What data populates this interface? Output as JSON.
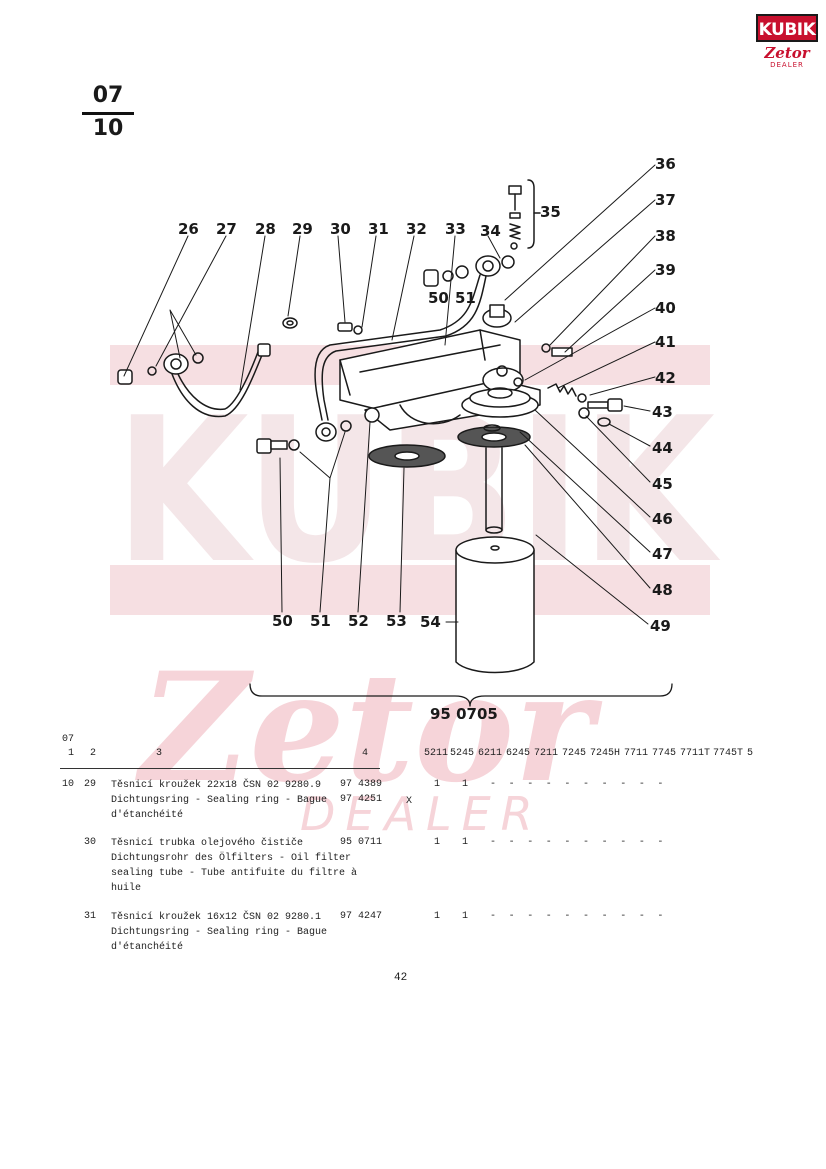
{
  "logo": {
    "brand_top": "KUBIK",
    "brand_bottom": "Zetor",
    "dealer": "DEALER"
  },
  "page_ref": {
    "section": "07",
    "sheet": "10"
  },
  "assembly_number": "95 0705",
  "watermark_text": {
    "main": "KUBIK",
    "sub": "Zetor",
    "dealer": "DEALER"
  },
  "callouts": {
    "top": [
      "26",
      "27",
      "28",
      "29",
      "30",
      "31",
      "32",
      "33",
      "34"
    ],
    "bracket": "35",
    "right": [
      "36",
      "37",
      "38",
      "39",
      "40",
      "41",
      "42",
      "43",
      "44",
      "45",
      "46",
      "47",
      "48",
      "49"
    ],
    "mid": [
      "50",
      "51"
    ],
    "bottom": [
      "50",
      "51",
      "52",
      "53",
      "54"
    ]
  },
  "table": {
    "page_label": "07",
    "columns": [
      "1",
      "2",
      "3",
      "4"
    ],
    "models": [
      "5211",
      "5245",
      "6211",
      "6245",
      "7211",
      "7245",
      "7245H",
      "7711",
      "7745",
      "7711T",
      "7745T",
      "5"
    ],
    "rows": [
      {
        "col1": "10",
        "col2": "29",
        "description": "Těsnicí kroužek 22x18 ČSN 02 9280.9\nDichtungsring - Sealing ring - Bague\nd'étanchéité",
        "part_numbers": [
          "97 4389",
          "97 4251"
        ],
        "mark": "X",
        "qty": [
          "1",
          "1"
        ],
        "dashes": "-  -  -  -  -  -  -  -  -  -"
      },
      {
        "col1": "",
        "col2": "30",
        "description": "Těsnicí trubka olejového čističe\nDichtungsrohr des Ölfilters - Oil filter\nsealing tube - Tube antifuite du filtre à\nhuile",
        "part_numbers": [
          "95 0711"
        ],
        "mark": "",
        "qty": [
          "1",
          "1"
        ],
        "dashes": "-  -  -  -  -  -  -  -  -  -"
      },
      {
        "col1": "",
        "col2": "31",
        "description": "Těsnicí kroužek 16x12 ČSN 02 9280.1\nDichtungsring - Sealing ring - Bague\nd'étanchéité",
        "part_numbers": [
          "97 4247"
        ],
        "mark": "",
        "qty": [
          "1",
          "1"
        ],
        "dashes": "-  -  -  -  -  -  -  -  -  -"
      }
    ]
  },
  "footer": {
    "page_number": "42"
  },
  "colors": {
    "ink": "#1a1a1a",
    "brand_red": "#c8102e",
    "watermark": "#f4d9dc"
  }
}
